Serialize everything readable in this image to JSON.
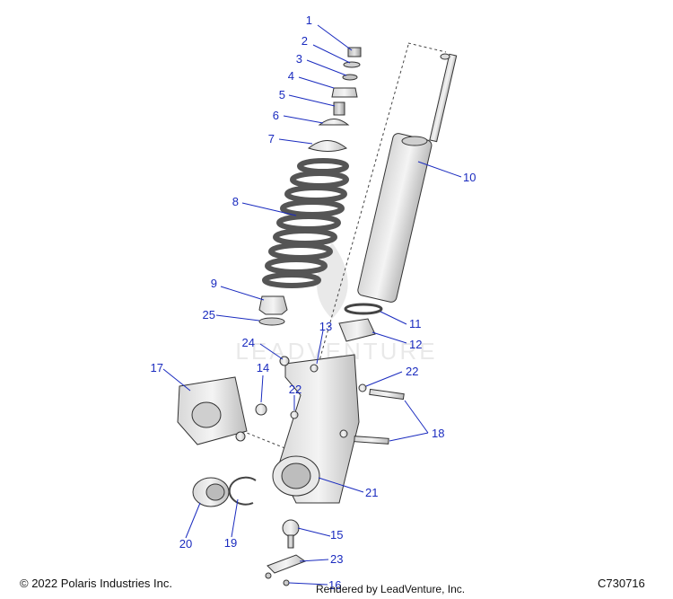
{
  "watermark": "LEADVENTURE",
  "footer": {
    "copyright": "© 2022 Polaris Industries Inc.",
    "rendered_by": "Rendered by LeadVenture, Inc.",
    "diagram_code": "C730716"
  },
  "callouts": [
    "1",
    "2",
    "3",
    "4",
    "5",
    "6",
    "7",
    "8",
    "9",
    "10",
    "11",
    "12",
    "13",
    "14",
    "15",
    "16",
    "17",
    "18",
    "19",
    "20",
    "21",
    "22",
    "22",
    "23",
    "24",
    "25"
  ]
}
